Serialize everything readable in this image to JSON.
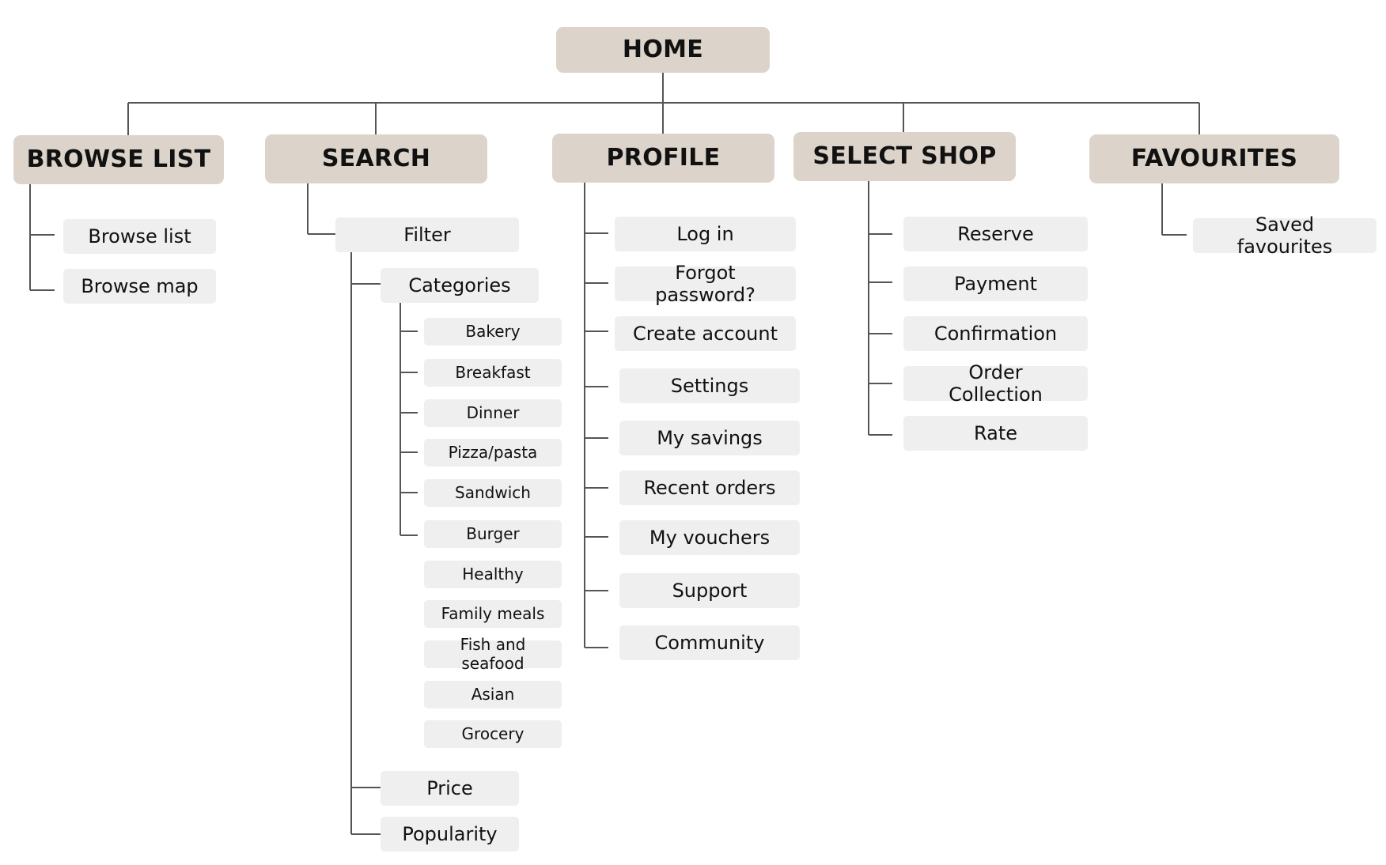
{
  "colors": {
    "top_box": "#dcd4ca",
    "sub_box": "#efefef",
    "connector": "#555555",
    "text": "#111111"
  },
  "root": {
    "label": "HOME"
  },
  "browse": {
    "label": "BROWSE LIST",
    "items": [
      "Browse list",
      "Browse map"
    ]
  },
  "search": {
    "label": "SEARCH",
    "filter": "Filter",
    "categories": {
      "label": "Categories",
      "items": [
        "Bakery",
        "Breakfast",
        "Dinner",
        "Pizza/pasta",
        "Sandwich",
        "Burger",
        "Healthy",
        "Family meals",
        "Fish and seafood",
        "Asian",
        "Grocery"
      ]
    },
    "price": "Price",
    "popularity": "Popularity"
  },
  "profile": {
    "label": "PROFILE",
    "items": [
      "Log in",
      "Forgot password?",
      "Create account",
      "Settings",
      "My savings",
      "Recent orders",
      "My vouchers",
      "Support",
      "Community"
    ]
  },
  "shop": {
    "label": "SELECT SHOP",
    "items": [
      "Reserve",
      "Payment",
      "Confirmation",
      "Order Collection",
      "Rate"
    ]
  },
  "favourites": {
    "label": "FAVOURITES",
    "items": [
      "Saved favourites"
    ]
  }
}
